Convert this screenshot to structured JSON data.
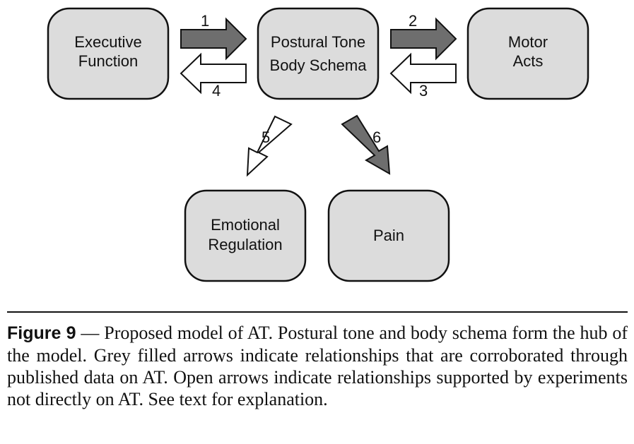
{
  "nodes": {
    "executive_function": [
      "Executive",
      "Function"
    ],
    "postural_tone": [
      "Postural Tone",
      "Body Schema"
    ],
    "motor_acts": [
      "Motor",
      "Acts"
    ],
    "emotional_regulation": [
      "Emotional",
      "Regulation"
    ],
    "pain": [
      "Pain"
    ]
  },
  "arrows": {
    "a1": {
      "label": "1",
      "style": "filled"
    },
    "a2": {
      "label": "2",
      "style": "filled"
    },
    "a3": {
      "label": "3",
      "style": "open"
    },
    "a4": {
      "label": "4",
      "style": "open"
    },
    "a5": {
      "label": "5",
      "style": "open"
    },
    "a6": {
      "label": "6",
      "style": "filled"
    }
  },
  "colors": {
    "box_fill": "#dcdcdc",
    "filled_arrow": "#6e6e6e",
    "open_arrow": "#ffffff",
    "stroke": "#111111"
  },
  "caption": {
    "label": "Figure 9",
    "text": " — Proposed model of AT. Postural tone and body schema form the hub of the model. Grey filled arrows indicate relationships that are corroborated through published data on AT. Open arrows indicate relationships supported by experiments not directly on AT. See text for explanation."
  }
}
